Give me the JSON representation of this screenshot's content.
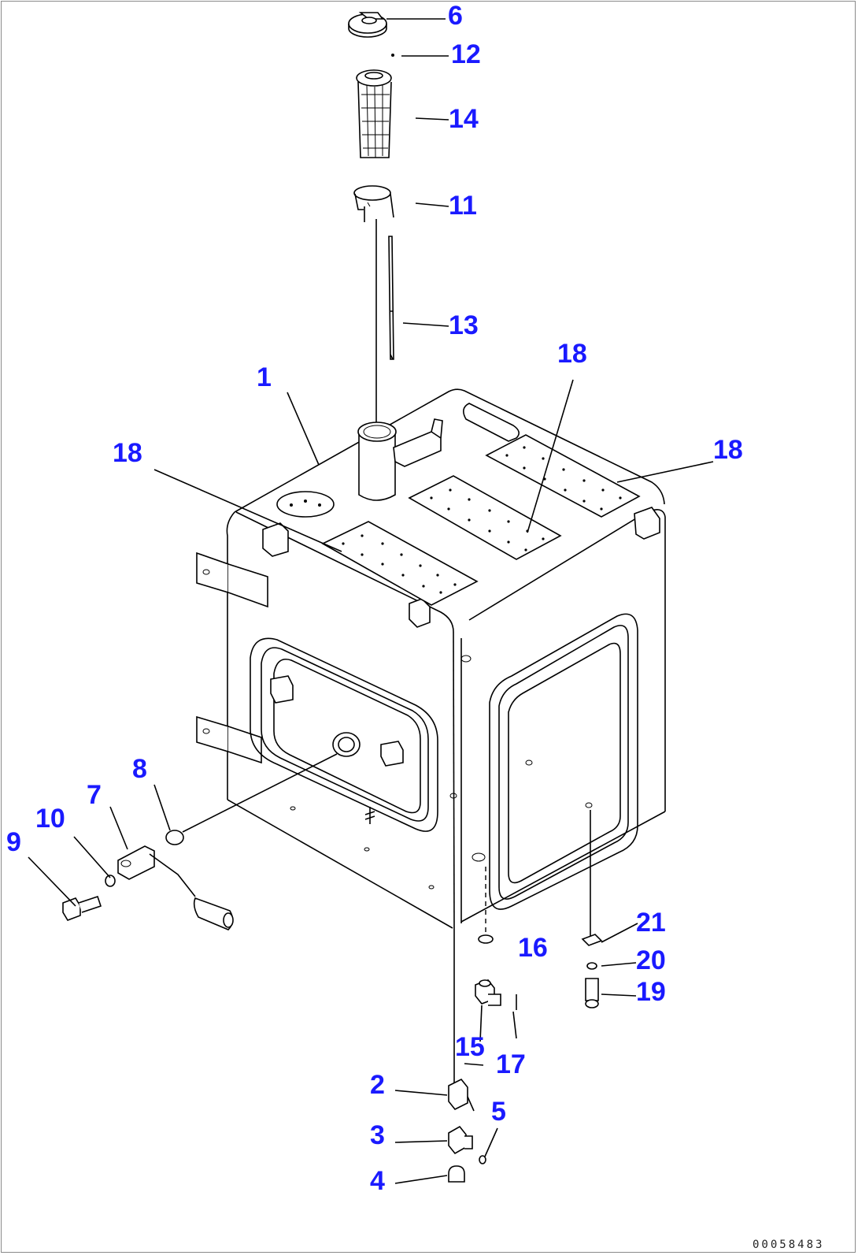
{
  "diagram": {
    "callouts": [
      {
        "id": "c6",
        "text": "6"
      },
      {
        "id": "c12",
        "text": "12"
      },
      {
        "id": "c14",
        "text": "14"
      },
      {
        "id": "c11",
        "text": "11"
      },
      {
        "id": "c13",
        "text": "13"
      },
      {
        "id": "c18a",
        "text": "18"
      },
      {
        "id": "c1",
        "text": "1"
      },
      {
        "id": "c18b",
        "text": "18"
      },
      {
        "id": "c18c",
        "text": "18"
      },
      {
        "id": "c8",
        "text": "8"
      },
      {
        "id": "c7",
        "text": "7"
      },
      {
        "id": "c10",
        "text": "10"
      },
      {
        "id": "c9",
        "text": "9"
      },
      {
        "id": "c21",
        "text": "21"
      },
      {
        "id": "c16",
        "text": "16"
      },
      {
        "id": "c20",
        "text": "20"
      },
      {
        "id": "c19",
        "text": "19"
      },
      {
        "id": "c15",
        "text": "15"
      },
      {
        "id": "c17",
        "text": "17"
      },
      {
        "id": "c2",
        "text": "2"
      },
      {
        "id": "c5",
        "text": "5"
      },
      {
        "id": "c3",
        "text": "3"
      },
      {
        "id": "c4",
        "text": "4"
      }
    ],
    "drawing_code": "00058483"
  }
}
